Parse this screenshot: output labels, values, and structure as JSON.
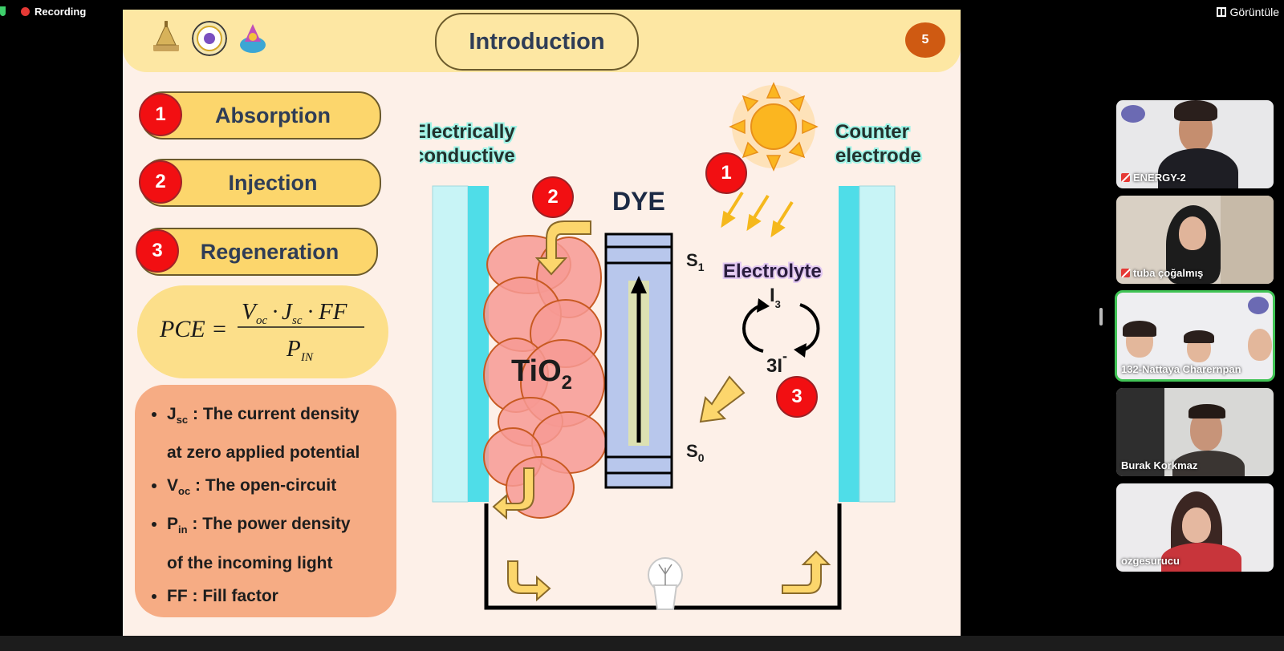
{
  "topbar": {
    "recording_label": "Recording",
    "view_label": "Görüntüle"
  },
  "slide": {
    "title": "Introduction",
    "page_number": "5",
    "steps": [
      {
        "num": "1",
        "label": "Absorption"
      },
      {
        "num": "2",
        "label": "Injection"
      },
      {
        "num": "3",
        "label": "Regeneration"
      }
    ],
    "formula": {
      "lhs": "PCE =",
      "numerator": "V_oc · J_sc · FF",
      "denominator": "P_IN"
    },
    "notes": [
      "J_sc : The current density at zero applied potential",
      "V_oc : The open-circuit",
      "P_in : The power density of the incoming light",
      "FF : Fill factor"
    ],
    "diagram": {
      "label_left_1": "Electrically",
      "label_left_2": "conductive",
      "label_right_1": "Counter",
      "label_right_2": "electrode",
      "dye": "DYE",
      "tio2": "TiO",
      "tio2_sub": "2",
      "s1": "S",
      "s1_sub": "1",
      "s0": "S",
      "s0_sub": "0",
      "electrolyte": "Electrolyte",
      "i3": "I",
      "i3_sub": "3",
      "i_minus": "3I",
      "badge_1": "1",
      "badge_2": "2",
      "badge_3": "3"
    }
  },
  "participants": [
    {
      "name": "ENERGY-2",
      "muted": true,
      "active": false
    },
    {
      "name": "tuba çoğalmış",
      "muted": true,
      "active": false
    },
    {
      "name": "132-Nattaya Charernpan",
      "muted": false,
      "active": true
    },
    {
      "name": "Burak Korkmaz",
      "muted": false,
      "active": false
    },
    {
      "name": "ozgesurucu",
      "muted": false,
      "active": false
    }
  ]
}
